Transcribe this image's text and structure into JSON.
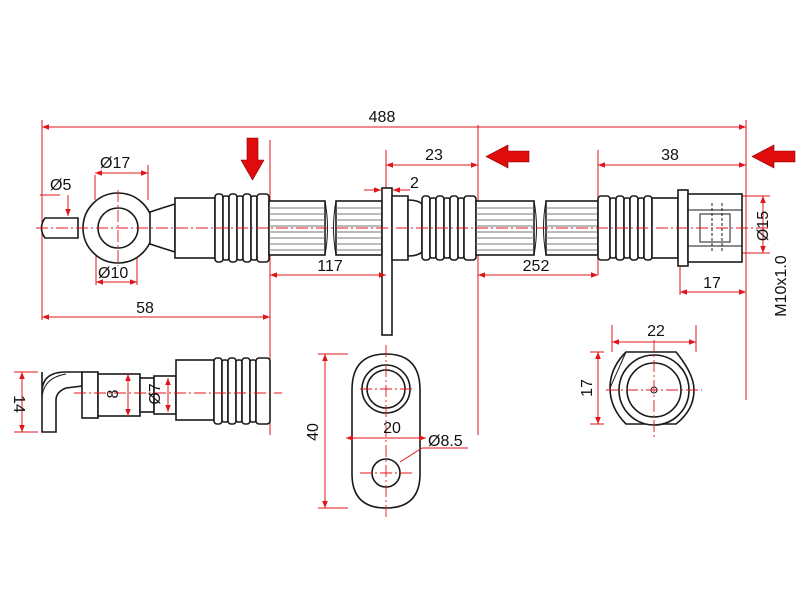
{
  "colors": {
    "dimension": "#e0141a",
    "arrow": "#e00b0b",
    "outline": "#1a1a1a"
  },
  "dimensions": {
    "overall_length": "488",
    "d5": "Ø5",
    "d17": "Ø17",
    "d10": "Ø10",
    "len58": "58",
    "len23": "23",
    "bracket_thk": "2",
    "len117": "117",
    "len38": "38",
    "len252": "252",
    "d15": "Ø15",
    "len17": "17",
    "thread": "M10x1.0",
    "bend14": "14",
    "bend8": "8",
    "d7": "Ø7",
    "bracket_h40": "40",
    "bracket_w20": "20",
    "hole_d85": "Ø8.5",
    "hex22": "22",
    "hex17": "17"
  },
  "arrows": [
    "clamp-arrow-down",
    "clamp-arrow-left",
    "fitting-arrow-left"
  ]
}
